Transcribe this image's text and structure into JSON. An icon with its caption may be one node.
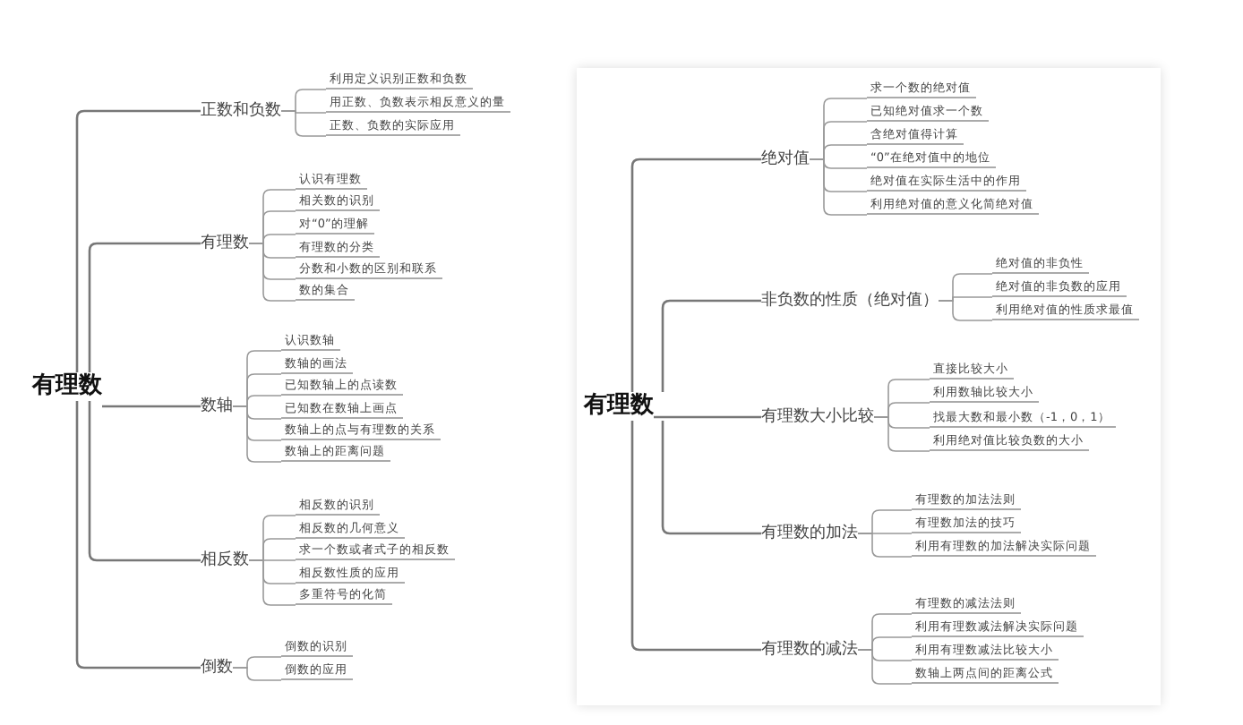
{
  "diagram": {
    "nodes": [
      {
        "text": [
          "有理数"
        ]
      },
      {
        "text": [
          "正数和负数"
        ]
      },
      {
        "text": [
          "利用定义识别正数和负数"
        ]
      },
      {
        "text": [
          "用正数、负数表示相反意义的量"
        ]
      },
      {
        "text": [
          "正数、负数的实际应用"
        ]
      },
      {
        "text": [
          "有理数"
        ]
      },
      {
        "text": [
          "认识有理数"
        ]
      },
      {
        "text": [
          "相关数的识别"
        ]
      },
      {
        "text": [
          "对“0”的理解"
        ]
      },
      {
        "text": [
          "有理数的分类"
        ]
      },
      {
        "text": [
          "分数和小数的区别和联系"
        ]
      },
      {
        "text": [
          "数的集合"
        ]
      },
      {
        "text": [
          "数轴"
        ]
      },
      {
        "text": [
          "认识数轴"
        ]
      },
      {
        "text": [
          "数轴的画法"
        ]
      },
      {
        "text": [
          "已知数轴上的点读数"
        ]
      },
      {
        "text": [
          "已知数在数轴上画点"
        ]
      },
      {
        "text": [
          "数轴上的点与有理数的关系"
        ]
      },
      {
        "text": [
          "数轴上的距离问题"
        ]
      },
      {
        "text": [
          "相反数"
        ]
      },
      {
        "text": [
          "相反数的识别"
        ]
      },
      {
        "text": [
          "相反数的几何意义"
        ]
      },
      {
        "text": [
          "求一个数或者式子的相反数"
        ]
      },
      {
        "text": [
          "相反数性质的应用"
        ]
      },
      {
        "text": [
          "多重符号的化简"
        ]
      },
      {
        "text": [
          "倒数"
        ]
      },
      {
        "text": [
          "倒数的识别"
        ]
      },
      {
        "text": [
          "倒数的应用"
        ]
      },
      {
        "text": [
          "有理数"
        ]
      },
      {
        "text": [
          "绝对值"
        ]
      },
      {
        "text": [
          "求一个数的绝对值"
        ]
      },
      {
        "text": [
          "已知绝对值求一个数"
        ]
      },
      {
        "text": [
          "含绝对值得计算"
        ]
      },
      {
        "text": [
          "“0”在绝对值中的地位"
        ]
      },
      {
        "text": [
          "绝对值在实际生活中的作用"
        ]
      },
      {
        "text": [
          "利用绝对值的意义化简绝对值"
        ]
      },
      {
        "text": [
          "非负数的性质（绝对值）"
        ]
      },
      {
        "text": [
          "绝对值的非负性"
        ]
      },
      {
        "text": [
          "绝对值的非负数的应用"
        ]
      },
      {
        "text": [
          "利用绝对值的性质求最值"
        ]
      },
      {
        "text": [
          "有理数大小比较"
        ]
      },
      {
        "text": [
          "直接比较大小"
        ]
      },
      {
        "text": [
          "利用数轴比较大小"
        ]
      },
      {
        "text": [
          "找最大数和最小数（-1，0，1）"
        ]
      },
      {
        "text": [
          "利用绝对值比较负数的大小"
        ]
      },
      {
        "text": [
          "有理数的加法"
        ]
      },
      {
        "text": [
          "有理数的加法法则"
        ]
      },
      {
        "text": [
          "有理数加法的技巧"
        ]
      },
      {
        "text": [
          "利用有理数的加法解决实际问题"
        ]
      },
      {
        "text": [
          "有理数的减法"
        ]
      },
      {
        "text": [
          "有理数的减法法则"
        ]
      },
      {
        "text": [
          "利用有理数减法解决实际问题"
        ]
      },
      {
        "text": [
          "利用有理数减法比较大小"
        ]
      },
      {
        "text": [
          "数轴上两点间的距离公式"
        ]
      }
    ],
    "edges": [
      {
        "from": 0,
        "to": 1,
        "arrow": "none"
      },
      {
        "from": 1,
        "to": 2,
        "arrow": "none"
      },
      {
        "from": 1,
        "to": 3,
        "arrow": "none"
      },
      {
        "from": 1,
        "to": 4,
        "arrow": "none"
      },
      {
        "from": 0,
        "to": 5,
        "arrow": "none"
      },
      {
        "from": 5,
        "to": 6,
        "arrow": "none"
      },
      {
        "from": 5,
        "to": 7,
        "arrow": "none"
      },
      {
        "from": 5,
        "to": 8,
        "arrow": "none"
      },
      {
        "from": 5,
        "to": 9,
        "arrow": "none"
      },
      {
        "from": 5,
        "to": 10,
        "arrow": "none"
      },
      {
        "from": 5,
        "to": 11,
        "arrow": "none"
      },
      {
        "from": 0,
        "to": 12,
        "arrow": "none"
      },
      {
        "from": 12,
        "to": 13,
        "arrow": "none"
      },
      {
        "from": 12,
        "to": 14,
        "arrow": "none"
      },
      {
        "from": 12,
        "to": 15,
        "arrow": "none"
      },
      {
        "from": 12,
        "to": 16,
        "arrow": "none"
      },
      {
        "from": 12,
        "to": 17,
        "arrow": "none"
      },
      {
        "from": 12,
        "to": 18,
        "arrow": "none"
      },
      {
        "from": 0,
        "to": 19,
        "arrow": "none"
      },
      {
        "from": 19,
        "to": 20,
        "arrow": "none"
      },
      {
        "from": 19,
        "to": 21,
        "arrow": "none"
      },
      {
        "from": 19,
        "to": 22,
        "arrow": "none"
      },
      {
        "from": 19,
        "to": 23,
        "arrow": "none"
      },
      {
        "from": 19,
        "to": 24,
        "arrow": "none"
      },
      {
        "from": 0,
        "to": 25,
        "arrow": "none"
      },
      {
        "from": 25,
        "to": 26,
        "arrow": "none"
      },
      {
        "from": 25,
        "to": 27,
        "arrow": "none"
      },
      {
        "from": 28,
        "to": 29,
        "arrow": "none"
      },
      {
        "from": 29,
        "to": 30,
        "arrow": "none"
      },
      {
        "from": 29,
        "to": 31,
        "arrow": "none"
      },
      {
        "from": 29,
        "to": 32,
        "arrow": "none"
      },
      {
        "from": 29,
        "to": 33,
        "arrow": "none"
      },
      {
        "from": 29,
        "to": 34,
        "arrow": "none"
      },
      {
        "from": 29,
        "to": 35,
        "arrow": "none"
      },
      {
        "from": 28,
        "to": 36,
        "arrow": "none"
      },
      {
        "from": 36,
        "to": 37,
        "arrow": "none"
      },
      {
        "from": 36,
        "to": 38,
        "arrow": "none"
      },
      {
        "from": 36,
        "to": 39,
        "arrow": "none"
      },
      {
        "from": 28,
        "to": 40,
        "arrow": "none"
      },
      {
        "from": 40,
        "to": 41,
        "arrow": "none"
      },
      {
        "from": 40,
        "to": 42,
        "arrow": "none"
      },
      {
        "from": 40,
        "to": 43,
        "arrow": "none"
      },
      {
        "from": 40,
        "to": 44,
        "arrow": "none"
      },
      {
        "from": 28,
        "to": 45,
        "arrow": "none"
      },
      {
        "from": 45,
        "to": 46,
        "arrow": "none"
      },
      {
        "from": 45,
        "to": 47,
        "arrow": "none"
      },
      {
        "from": 45,
        "to": 48,
        "arrow": "none"
      },
      {
        "from": 28,
        "to": 49,
        "arrow": "none"
      },
      {
        "from": 49,
        "to": 50,
        "arrow": "none"
      },
      {
        "from": 49,
        "to": 51,
        "arrow": "none"
      },
      {
        "from": 49,
        "to": 52,
        "arrow": "none"
      },
      {
        "from": 49,
        "to": 53,
        "arrow": "none"
      }
    ]
  }
}
